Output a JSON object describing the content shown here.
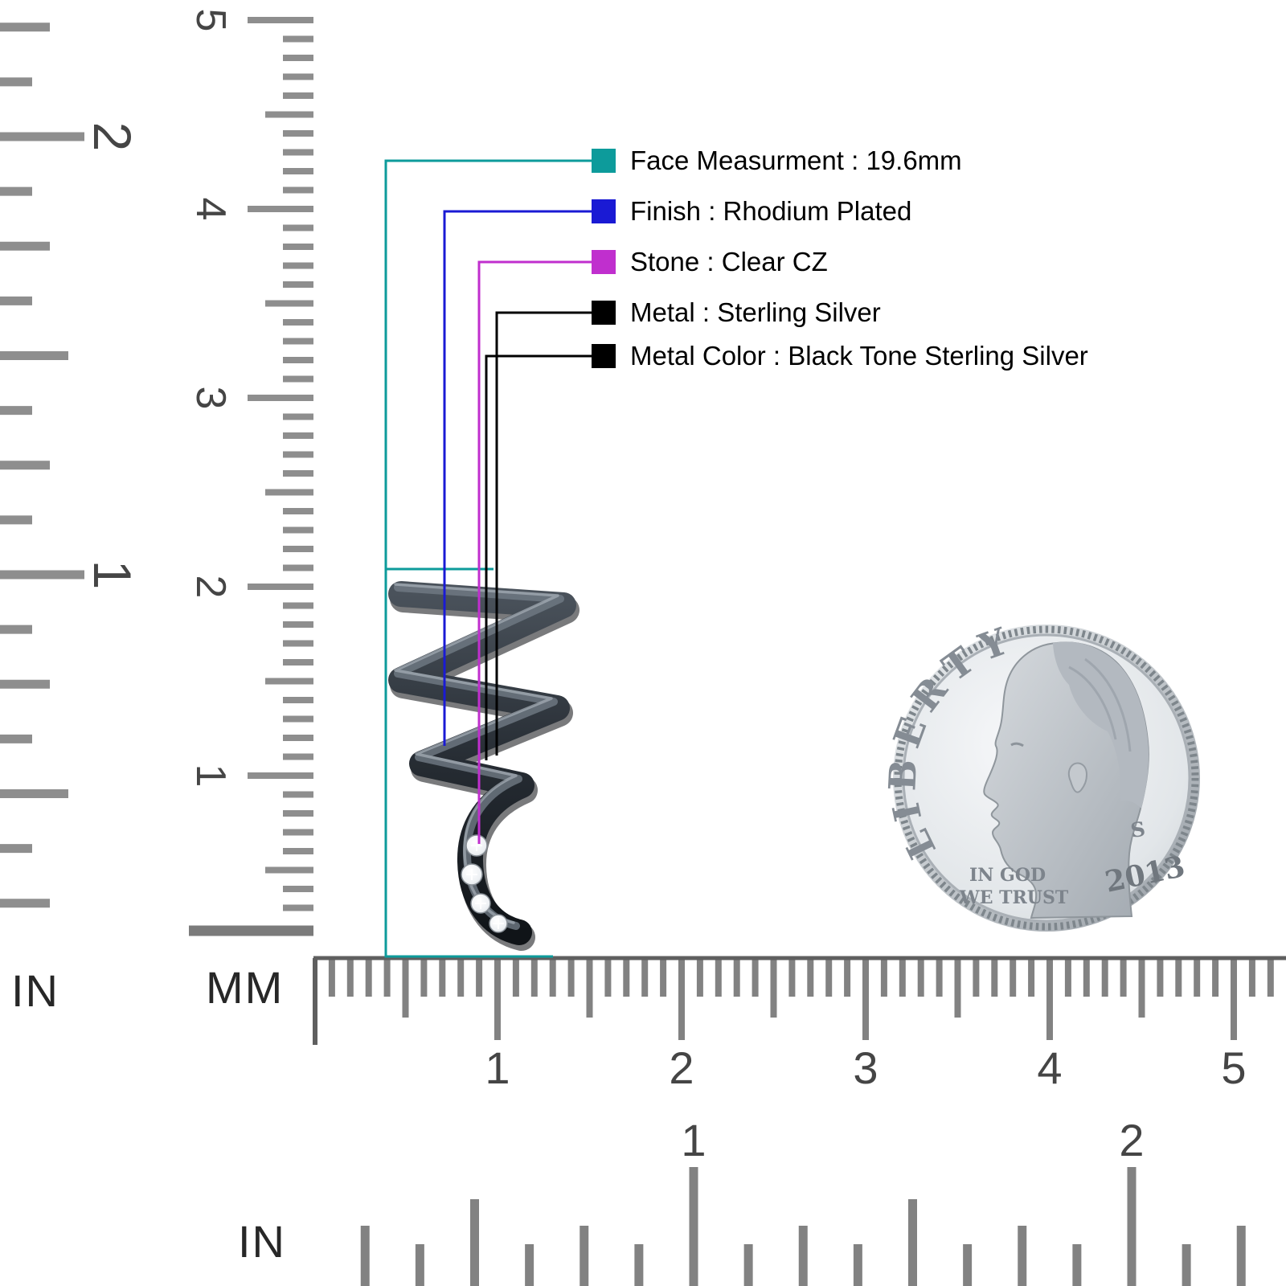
{
  "callouts": [
    {
      "id": "face",
      "text": "Face Measurment : 19.6mm",
      "color": "#0D9B9B"
    },
    {
      "id": "finish",
      "text": "Finish : Rhodium Plated",
      "color": "#1A1AD4"
    },
    {
      "id": "stone",
      "text": "Stone : Clear CZ",
      "color": "#C02FCE"
    },
    {
      "id": "metal",
      "text": "Metal : Sterling Silver",
      "color": "#000000"
    },
    {
      "id": "metal-color",
      "text": "Metal Color : Black Tone Sterling Silver",
      "color": "#000000"
    }
  ],
  "rulers": {
    "vertical_inch_numbers": [
      "1",
      "2"
    ],
    "vertical_cm_numbers": [
      "1",
      "2",
      "3",
      "4",
      "5"
    ],
    "horizontal_cm_numbers": [
      "1",
      "2",
      "3",
      "4",
      "5"
    ],
    "horizontal_inch_numbers": [
      "1",
      "2"
    ],
    "unit_label_in": "IN",
    "unit_label_mm": "MM",
    "unit_label_in_bottom": "IN"
  },
  "coin": {
    "legend": "LIBERTY",
    "motto_line1": "IN GOD",
    "motto_line2": "WE TRUST",
    "year": "2013",
    "mint_mark": "S"
  }
}
